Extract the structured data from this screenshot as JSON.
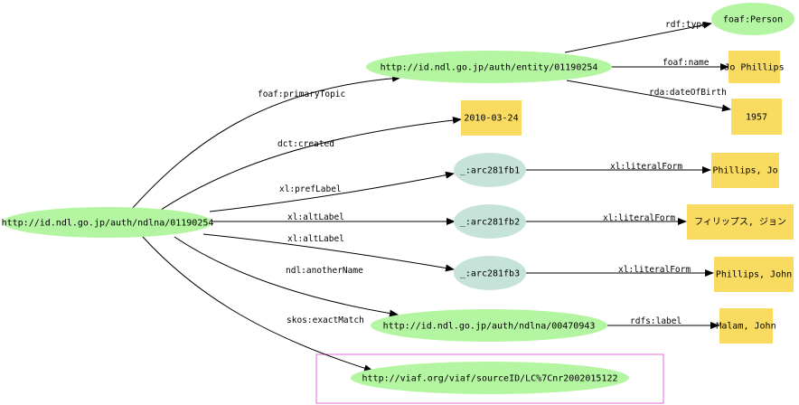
{
  "graph": {
    "colors": {
      "uri_node": "#b3f5a0",
      "blank_node": "#c6e3d9",
      "literal_node": "#fadb62",
      "edge": "#000000",
      "highlight_box": "#e66bdc"
    },
    "nodes": {
      "root": "http://id.ndl.go.jp/auth/ndlna/01190254",
      "entity": "http://id.ndl.go.jp/auth/entity/01190254",
      "person": "foaf:Person",
      "name": "Jo Phillips",
      "birth": "1957",
      "created": "2010-03-24",
      "b1": "_:arc281fb1",
      "b2": "_:arc281fb2",
      "b3": "_:arc281fb3",
      "lit1": "Phillips, Jo",
      "lit2": "フィリップス, ジョン",
      "lit3": "Phillips, John",
      "other": "http://id.ndl.go.jp/auth/ndlna/00470943",
      "malam": "Malam, John",
      "viaf": "http://viaf.org/viaf/sourceID/LC%7Cnr2002015122"
    },
    "edges": {
      "primary_topic": "foaf:primaryTopic",
      "rdf_type": "rdf:type",
      "foaf_name": "foaf:name",
      "date_of_birth": "rda:dateOfBirth",
      "created": "dct:created",
      "pref_label": "xl:prefLabel",
      "alt_label_1": "xl:altLabel",
      "alt_label_2": "xl:altLabel",
      "literal_form_1": "xl:literalForm",
      "literal_form_2": "xl:literalForm",
      "literal_form_3": "xl:literalForm",
      "another_name": "ndl:anotherName",
      "rdfs_label": "rdfs:label",
      "exact_match": "skos:exactMatch"
    }
  }
}
